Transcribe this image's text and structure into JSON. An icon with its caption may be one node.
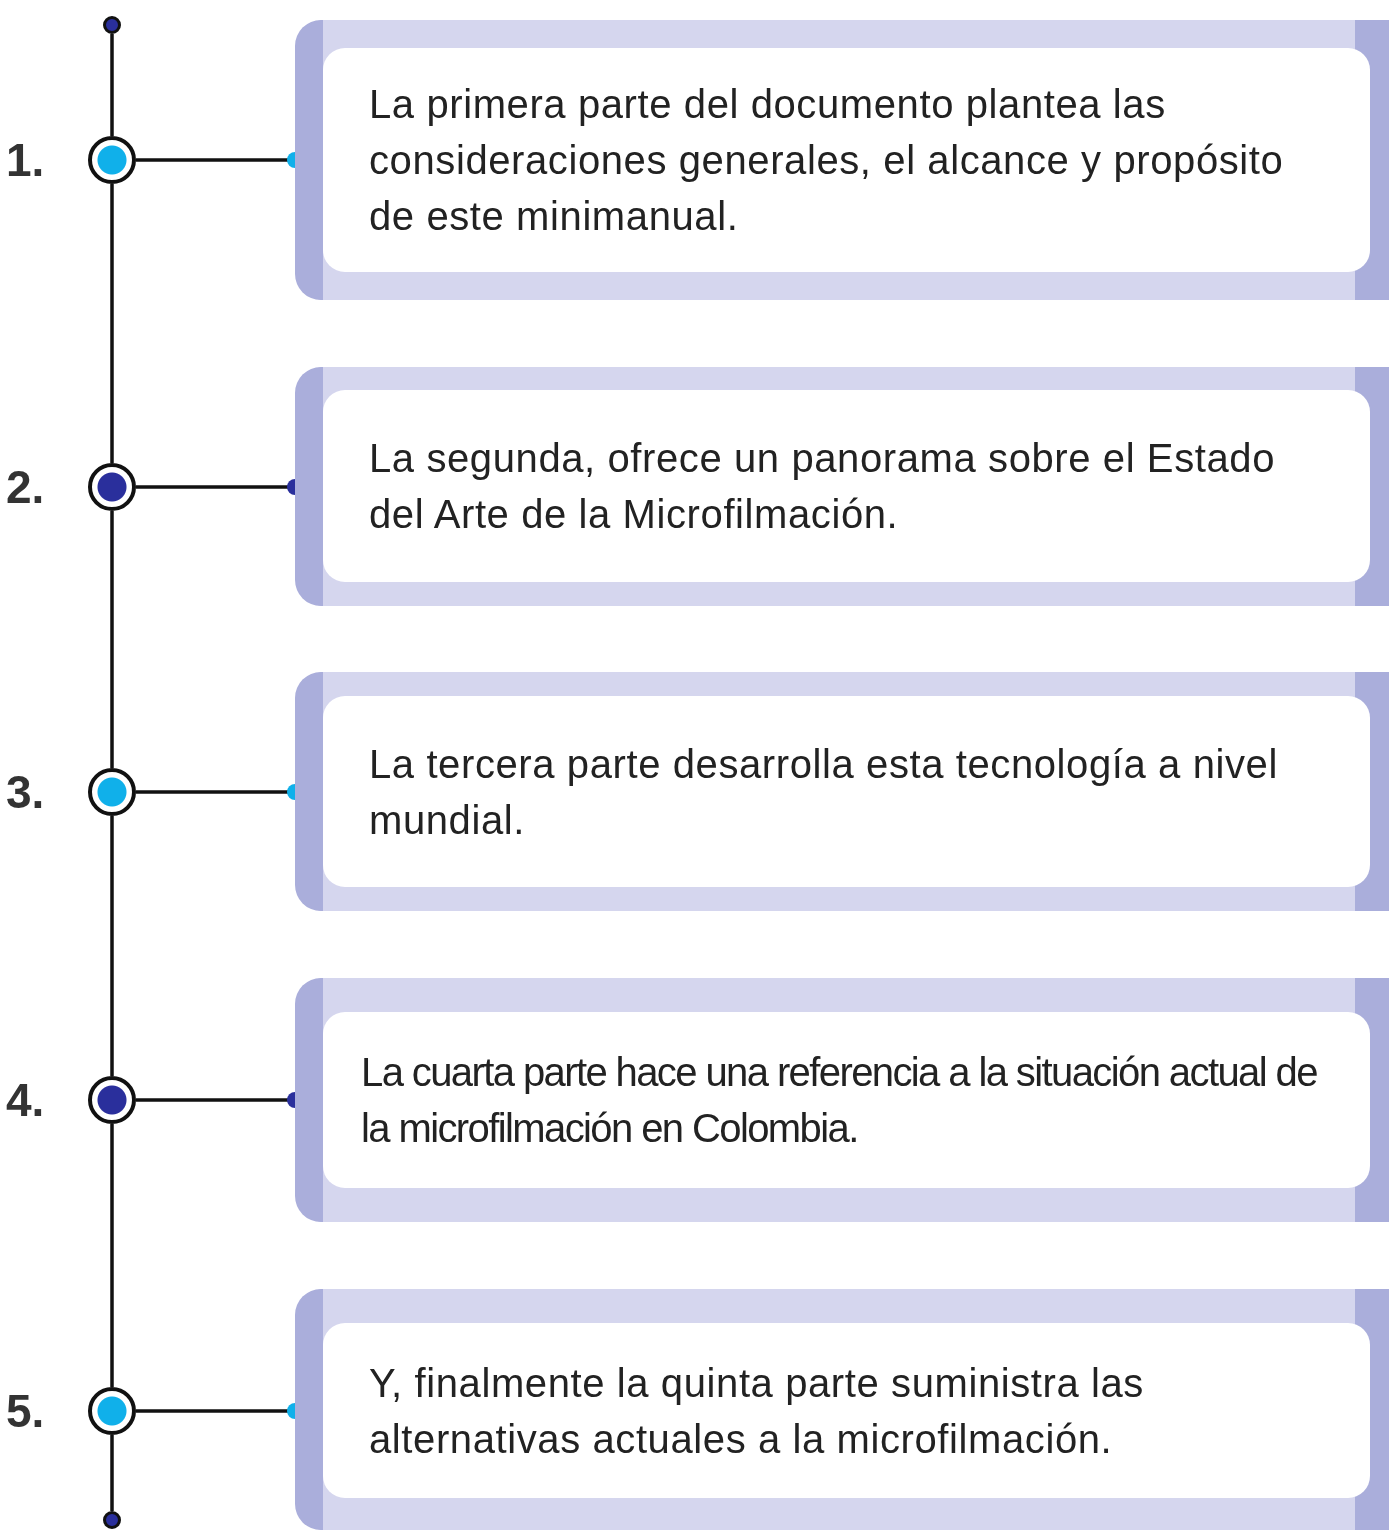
{
  "diagram": {
    "nodes": [
      {
        "text": [],
        "shape": "circle"
      },
      {
        "text": [],
        "shape": "circle",
        "beside": [
          "1."
        ]
      },
      {
        "text": [
          "La primera parte del documento plantea las consideraciones generales, el alcance y propósito de este minimanual."
        ]
      },
      {
        "text": [],
        "shape": "circle",
        "beside": [
          "2."
        ]
      },
      {
        "text": [
          "La segunda, ofrece un panorama sobre el Estado del Arte de la Microfilmación."
        ]
      },
      {
        "text": [],
        "shape": "circle",
        "beside": [
          "3."
        ]
      },
      {
        "text": [
          "La tercera parte desarrolla esta tecnología a nivel mundial."
        ]
      },
      {
        "text": [],
        "shape": "circle",
        "beside": [
          "4."
        ]
      },
      {
        "text": [
          "La cuarta parte hace una referencia a la situación actual de la microfilmación en Colombia."
        ]
      },
      {
        "text": [],
        "shape": "circle",
        "beside": [
          "5."
        ]
      },
      {
        "text": [
          "Y, finalmente la quinta parte suministra las alternativas actuales a la microfilmación."
        ]
      },
      {
        "text": [],
        "shape": "circle"
      }
    ],
    "edges": [
      {
        "from": 0,
        "to": 1,
        "arrow": "none"
      },
      {
        "from": 1,
        "to": 3,
        "arrow": "none"
      },
      {
        "from": 3,
        "to": 5,
        "arrow": "none"
      },
      {
        "from": 5,
        "to": 7,
        "arrow": "none"
      },
      {
        "from": 7,
        "to": 9,
        "arrow": "none"
      },
      {
        "from": 9,
        "to": 11,
        "arrow": "none"
      },
      {
        "from": 1,
        "to": 2,
        "arrow": "other"
      },
      {
        "from": 3,
        "to": 4,
        "arrow": "other"
      },
      {
        "from": 5,
        "to": 6,
        "arrow": "other"
      },
      {
        "from": 7,
        "to": 8,
        "arrow": "other"
      },
      {
        "from": 9,
        "to": 10,
        "arrow": "other"
      }
    ]
  }
}
